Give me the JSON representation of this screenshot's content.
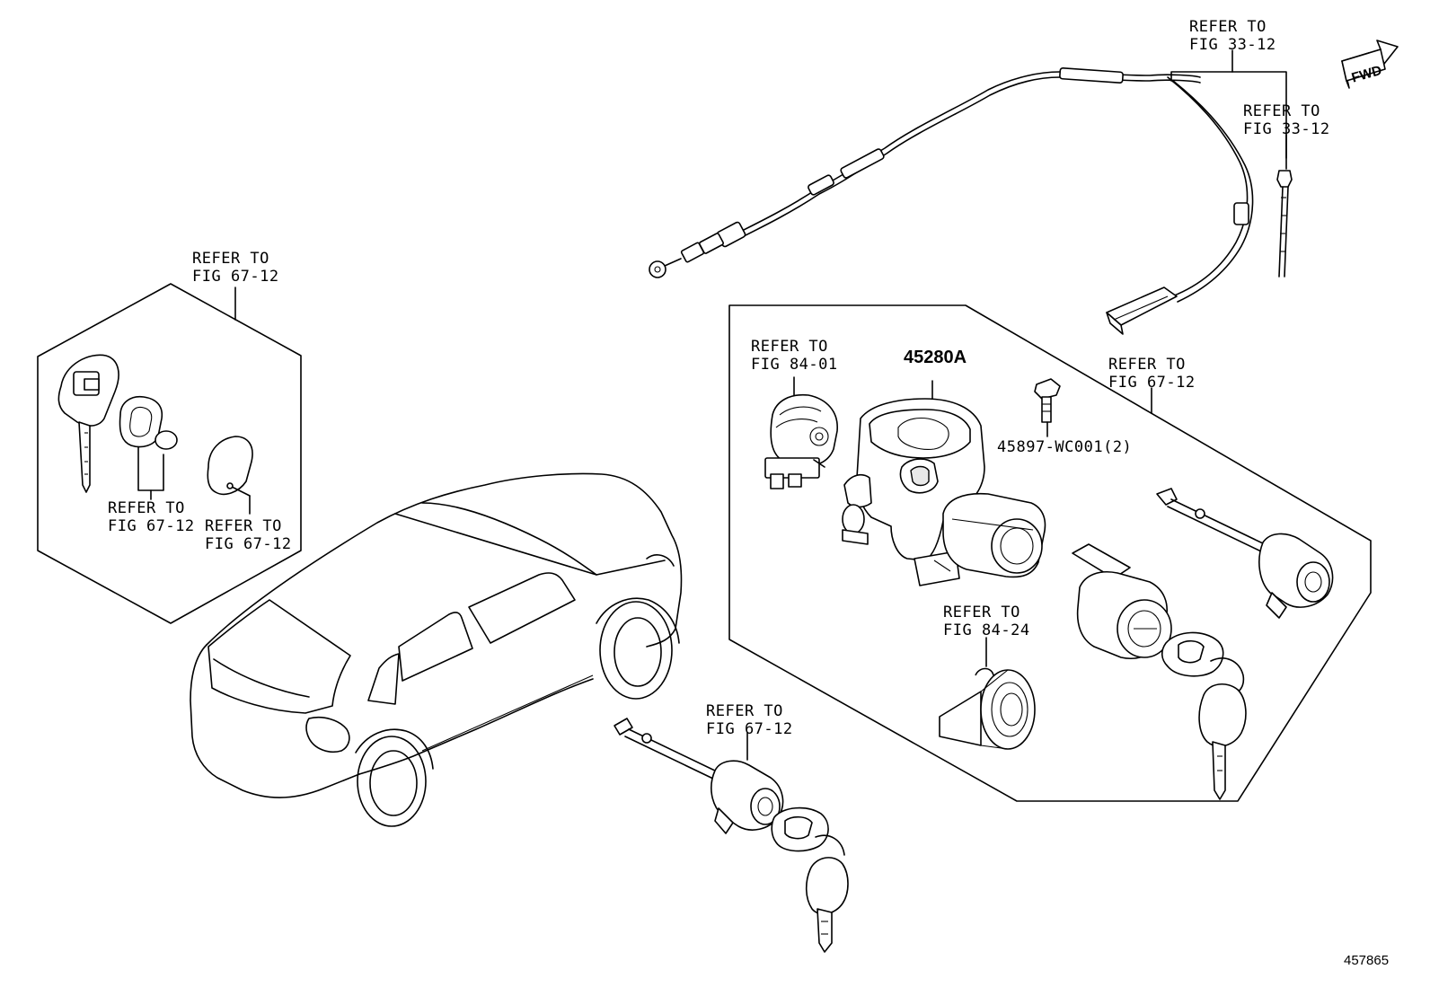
{
  "diagram": {
    "fwd_label": "FWD",
    "figure_number": "457865",
    "part_labels": {
      "main_part": "45280A",
      "bolt_part": "45897-WC001(2)"
    },
    "references": {
      "ref_cable_top": "REFER TO\nFIG 33-12",
      "ref_cable_tie": "REFER TO\nFIG 33-12",
      "ref_key_kit": "REFER TO\nFIG 67-12",
      "ref_key_battery": "REFER TO\nFIG 67-12",
      "ref_key_cover": "REFER TO\nFIG 67-12",
      "ref_switch": "REFER TO\nFIG 84-01",
      "ref_lock_set": "REFER TO\nFIG 67-12",
      "ref_ring": "REFER TO\nFIG 84-24",
      "ref_door_lock": "REFER TO\nFIG 67-12"
    }
  }
}
